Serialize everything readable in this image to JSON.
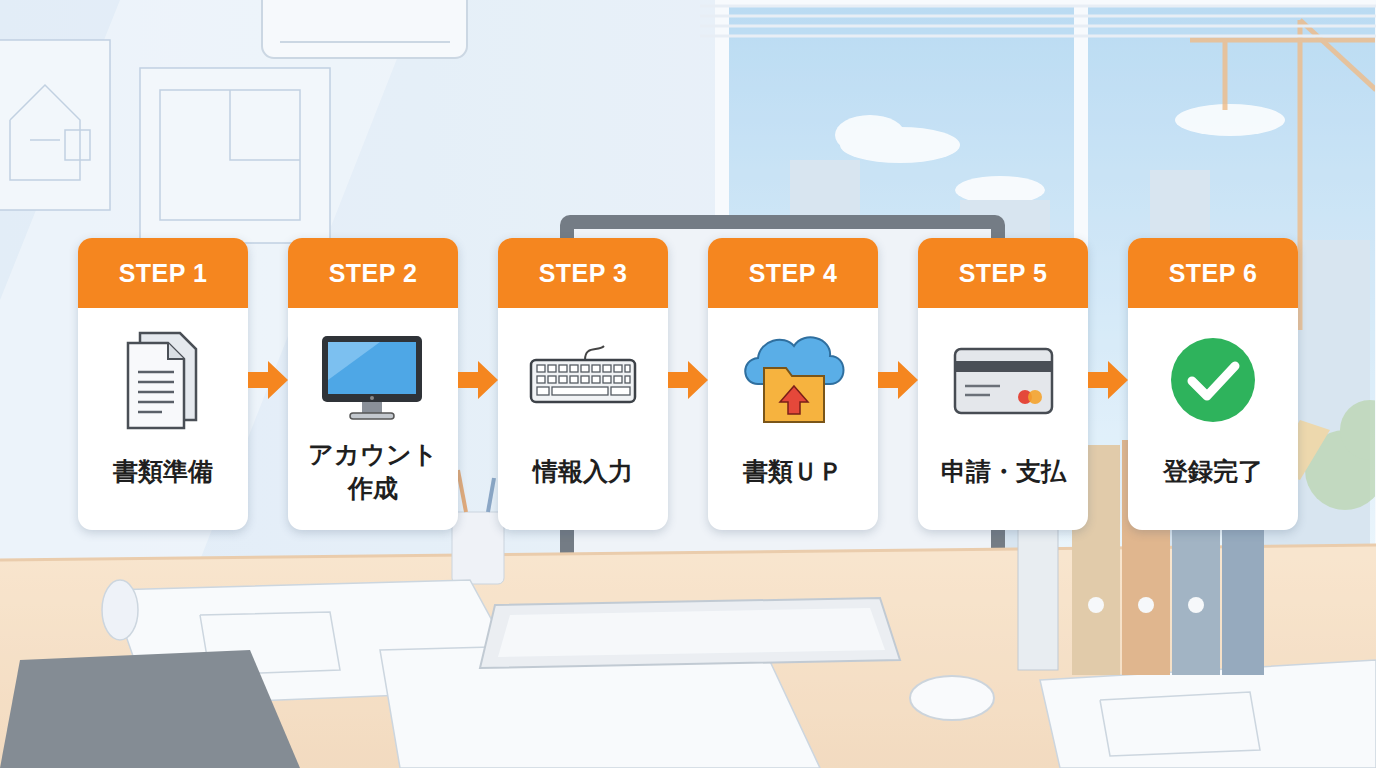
{
  "diagram": {
    "nodes": [
      {
        "text": [
          "STEP 1",
          "書類準備"
        ]
      },
      {
        "text": [
          "STEP 2",
          "アカウント 作成"
        ]
      },
      {
        "text": [
          "STEP 3",
          "情報入力"
        ]
      },
      {
        "text": [
          "STEP 4",
          "書類ＵＰ"
        ]
      },
      {
        "text": [
          "STEP 5",
          "申請・支払"
        ]
      },
      {
        "text": [
          "STEP 6",
          "登録完了"
        ]
      }
    ],
    "edges": [
      {
        "from": 0,
        "to": 1,
        "arrow": "to"
      },
      {
        "from": 1,
        "to": 2,
        "arrow": "to"
      },
      {
        "from": 2,
        "to": 3,
        "arrow": "to"
      },
      {
        "from": 3,
        "to": 4,
        "arrow": "to"
      },
      {
        "from": 4,
        "to": 5,
        "arrow": "to"
      }
    ]
  }
}
